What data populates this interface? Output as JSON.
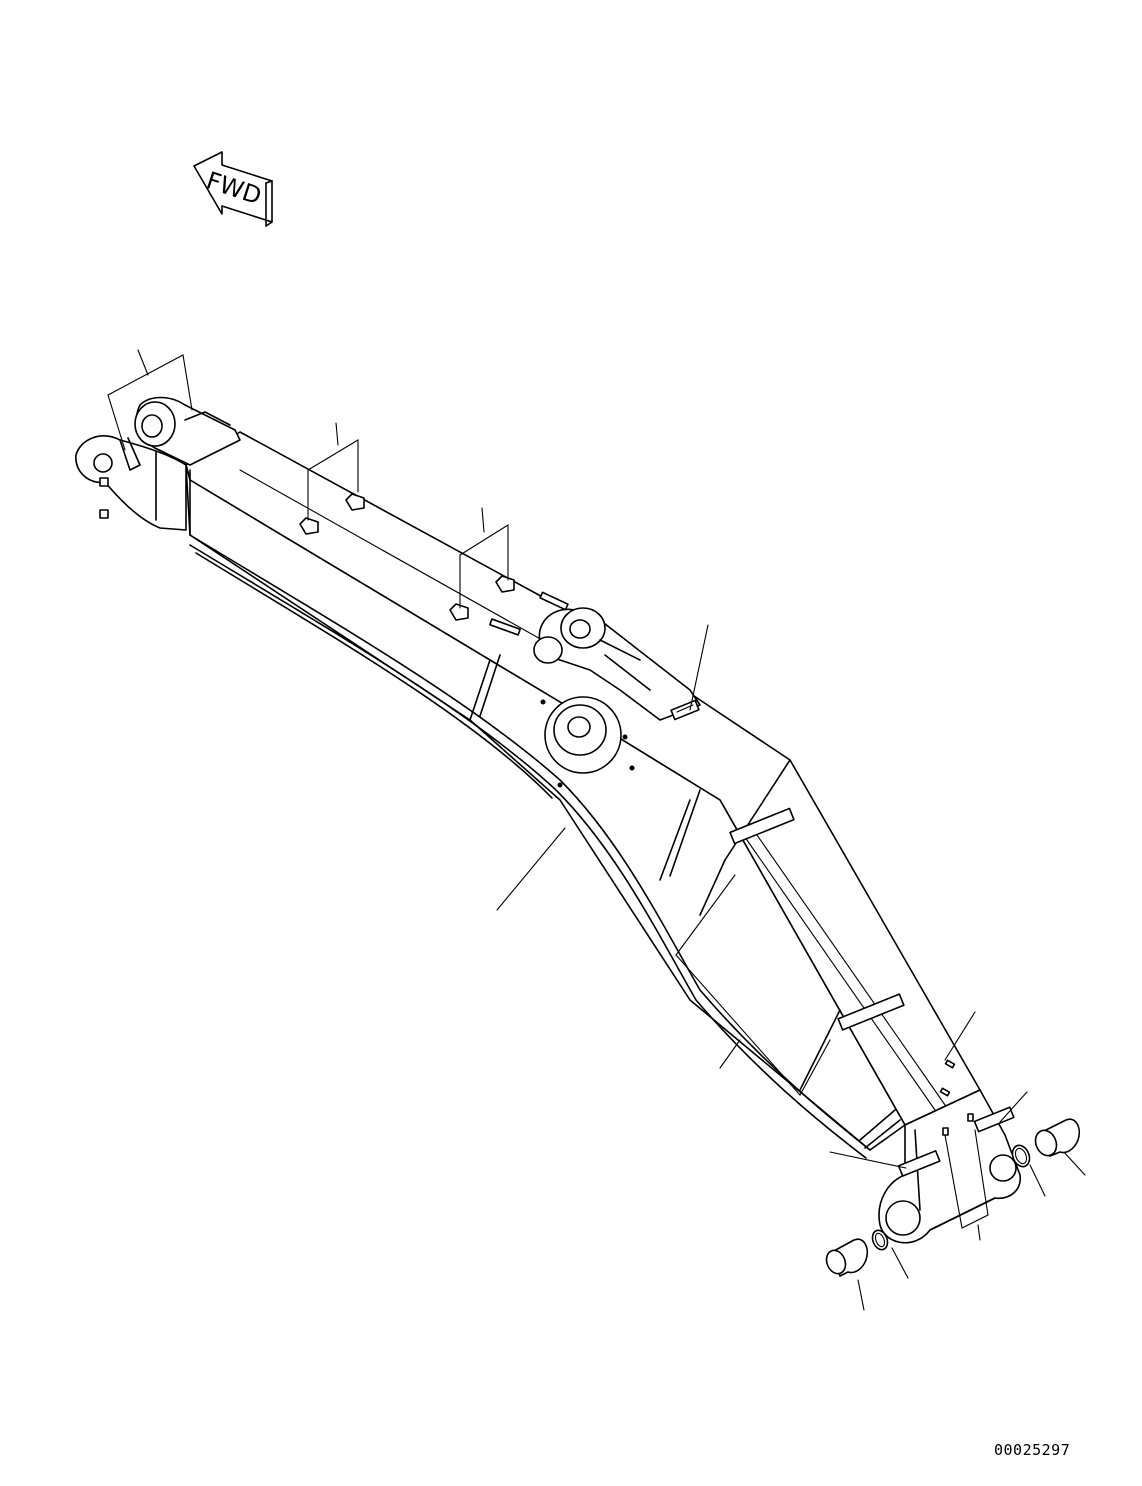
{
  "fwd_indicator": {
    "label": "FWD"
  },
  "drawing_number": "00025297",
  "component": "arm assembly"
}
